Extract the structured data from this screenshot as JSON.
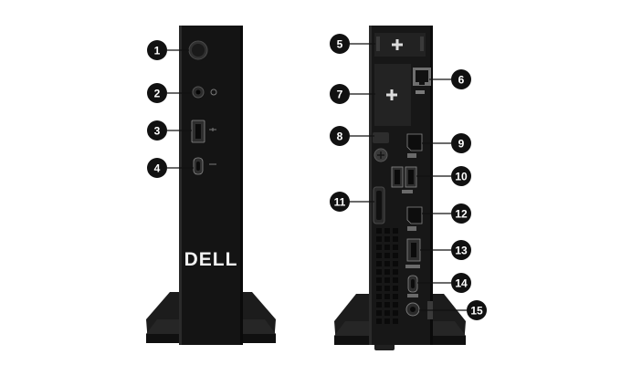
{
  "product": {
    "front_logo": "DELL",
    "colors": {
      "chassis": "#141414",
      "chassis_edge": "#2a2a2a",
      "stand": "#1b1b1b",
      "callout_fill": "#111111",
      "callout_text": "#ffffff",
      "port_grey": "#9a9a9a"
    }
  },
  "callouts": [
    {
      "number": "1",
      "view": "front",
      "feature": "power-button-icon"
    },
    {
      "number": "2",
      "view": "front",
      "feature": "headset-jack-icon"
    },
    {
      "number": "3",
      "view": "front",
      "feature": "usb-a-port-icon"
    },
    {
      "number": "4",
      "view": "front",
      "feature": "usb-c-port-icon"
    },
    {
      "number": "5",
      "view": "rear",
      "feature": "expansion-slot-icon"
    },
    {
      "number": "6",
      "view": "rear",
      "feature": "rj45-port-icon"
    },
    {
      "number": "7",
      "view": "rear",
      "feature": "expansion-slot-icon"
    },
    {
      "number": "8",
      "view": "rear",
      "feature": "thumbscrew-icon"
    },
    {
      "number": "9",
      "view": "rear",
      "feature": "displayport-icon"
    },
    {
      "number": "10",
      "view": "rear",
      "feature": "usb-a-ports-icon"
    },
    {
      "number": "11",
      "view": "rear",
      "feature": "padlock-ring-icon"
    },
    {
      "number": "12",
      "view": "rear",
      "feature": "displayport-icon"
    },
    {
      "number": "13",
      "view": "rear",
      "feature": "usb-a-port-icon"
    },
    {
      "number": "14",
      "view": "rear",
      "feature": "usb-c-port-icon"
    },
    {
      "number": "15",
      "view": "rear",
      "feature": "power-connector-icon"
    }
  ]
}
